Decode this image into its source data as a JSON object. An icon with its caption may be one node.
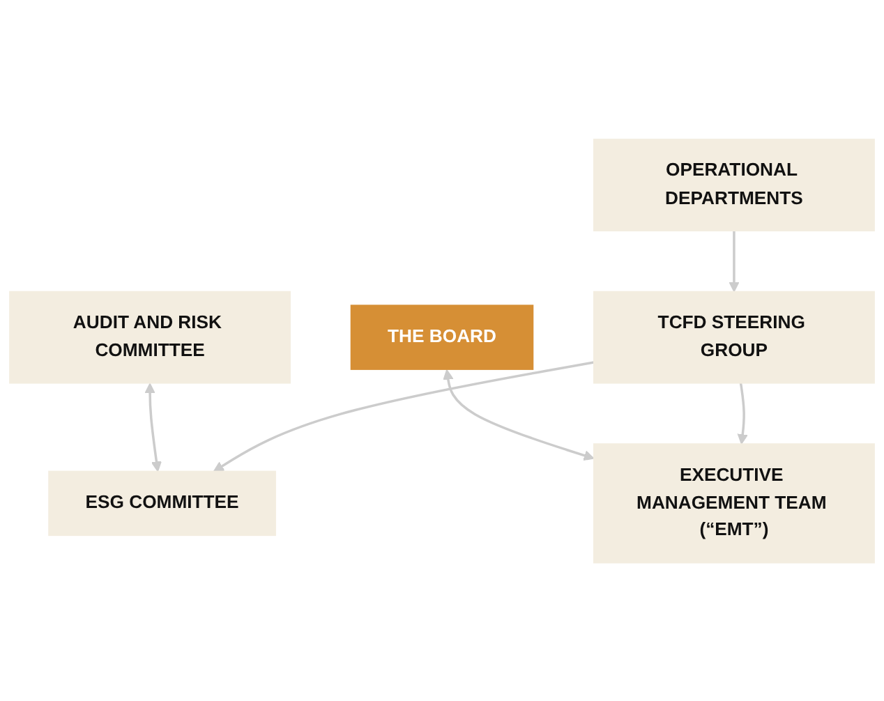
{
  "diagram": {
    "nodes": [
      {
        "text": [
          "THE BOARD"
        ]
      },
      {
        "text": [
          "AUDIT AND RISK COMMITTEE"
        ]
      },
      {
        "text": [
          "ESG COMMITTEE"
        ]
      },
      {
        "text": [
          "EXECUTIVE MANAGEMENT TEAM (“EMT”)"
        ]
      },
      {
        "text": [
          "TCFD STEERING GROUP"
        ]
      },
      {
        "text": [
          "OPERATIONAL DEPARTMENTS"
        ]
      }
    ],
    "edges": [
      {
        "from": 0,
        "to": 3,
        "arrow": "both"
      },
      {
        "from": 1,
        "to": 2,
        "arrow": "both"
      },
      {
        "from": 4,
        "to": 2,
        "arrow": "to"
      },
      {
        "from": 4,
        "to": 3,
        "arrow": "to"
      },
      {
        "from": 5,
        "to": 4,
        "arrow": "to"
      }
    ]
  }
}
